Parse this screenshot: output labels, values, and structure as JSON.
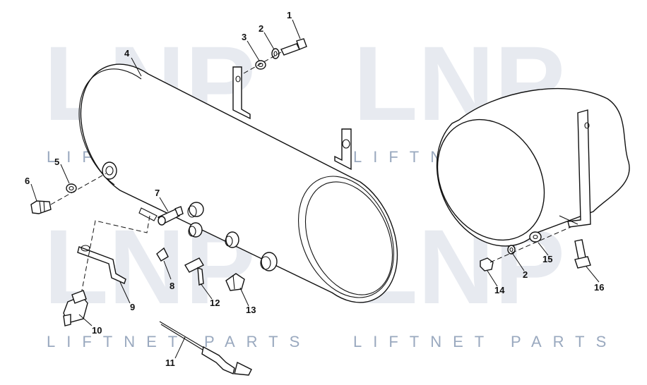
{
  "watermark": {
    "brand": "LIFTNET PARTS",
    "logo_letters": "LNP"
  },
  "callouts": [
    {
      "id": "c1",
      "number": "1"
    },
    {
      "id": "c2a",
      "number": "2"
    },
    {
      "id": "c3",
      "number": "3"
    },
    {
      "id": "c4",
      "number": "4"
    },
    {
      "id": "c5",
      "number": "5"
    },
    {
      "id": "c6",
      "number": "6"
    },
    {
      "id": "c7",
      "number": "7"
    },
    {
      "id": "c8",
      "number": "8"
    },
    {
      "id": "c9",
      "number": "9"
    },
    {
      "id": "c10",
      "number": "10"
    },
    {
      "id": "c11",
      "number": "11"
    },
    {
      "id": "c12",
      "number": "12"
    },
    {
      "id": "c13",
      "number": "13"
    },
    {
      "id": "c14",
      "number": "14"
    },
    {
      "id": "c2b",
      "number": "2"
    },
    {
      "id": "c15",
      "number": "15"
    },
    {
      "id": "c16",
      "number": "16"
    }
  ]
}
